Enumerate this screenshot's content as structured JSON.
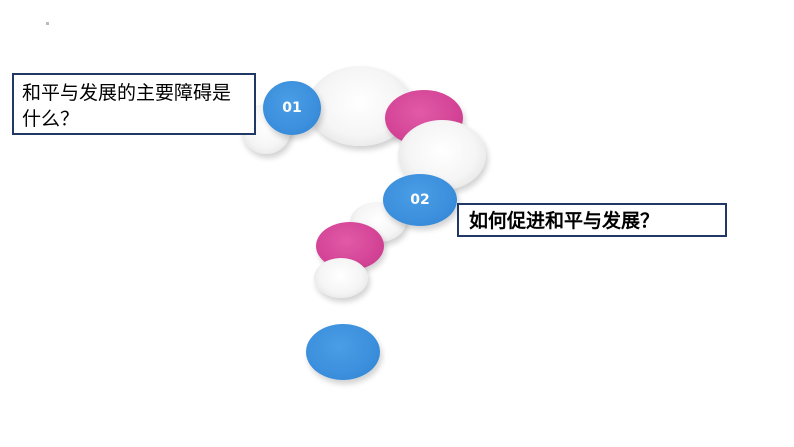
{
  "slide": {
    "question_1": {
      "number": "01",
      "text": "和平与发展的主要障碍是什么？"
    },
    "question_2": {
      "number": "02",
      "text": "如何促进和平与发展？"
    }
  },
  "colors": {
    "blue": "#3b8fdc",
    "pink": "#d44496",
    "white_bubble": "#f2f2f2",
    "box_border": "#1f3864"
  }
}
